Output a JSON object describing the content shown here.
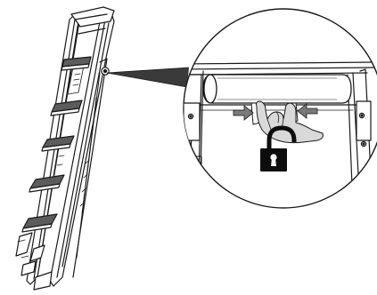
{
  "figure": {
    "background": "#ffffff",
    "line_color": "#1a1a1a",
    "tread_color": "#5c5c5c",
    "arrow_color": "#7a7a7a",
    "lock_color": "#0d0d0d",
    "components": [
      {
        "name": "step-ladder",
        "icon": "ladder-icon",
        "steps": 5
      },
      {
        "name": "detail-callout",
        "icon": "magnifier-callout"
      },
      {
        "name": "release-handle",
        "icon": "handle-bar-icon"
      },
      {
        "name": "squeeze-arrows",
        "icon": "arrow-pair-icon"
      },
      {
        "name": "hand",
        "icon": "hand-icon"
      },
      {
        "name": "unlocked-padlock",
        "icon": "unlock-icon"
      }
    ]
  }
}
